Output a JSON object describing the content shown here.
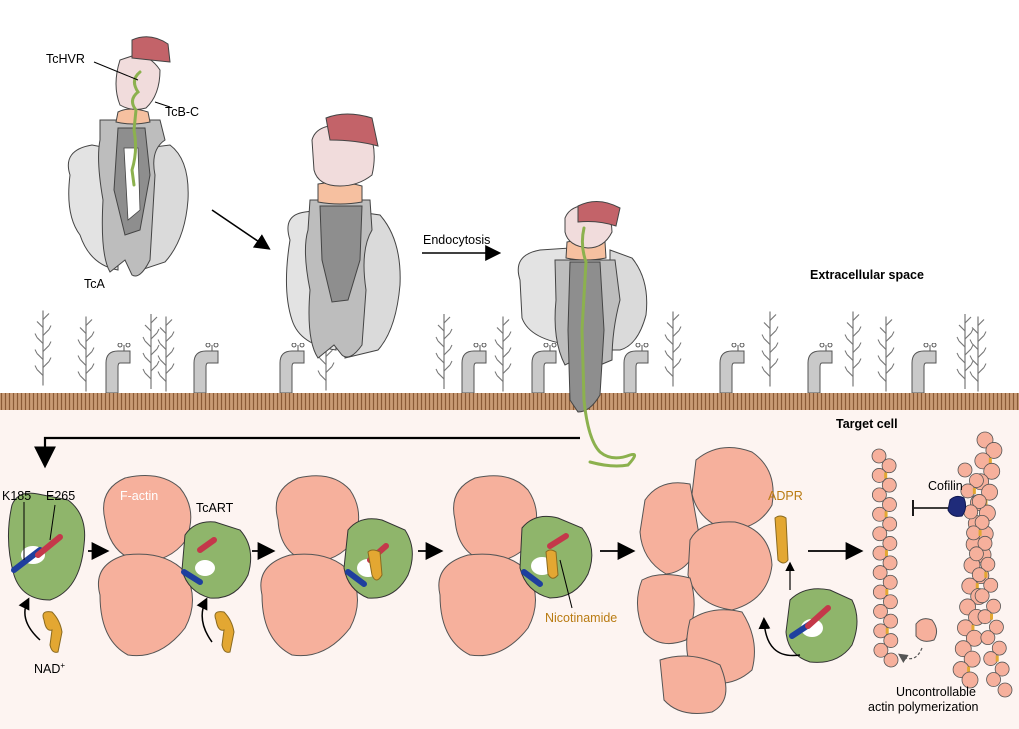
{
  "labels": {
    "tchvr": "TcHVR",
    "tcbc": "TcB-C",
    "tca": "TcA",
    "endocytosis": "Endocytosis",
    "extracellular": "Extracellular space",
    "target_cell": "Target cell",
    "k185": "K185",
    "e265": "E265",
    "factin": "F-actin",
    "tcart": "TcART",
    "nad": "NAD",
    "nad_sup": "+",
    "nicotinamide": "Nicotinamide",
    "adpr": "ADPR",
    "cofilin": "Cofilin",
    "uncontrollable_1": "Uncontrollable",
    "uncontrollable_2": "actin polymerization"
  },
  "colors": {
    "cell_bg": "#fdf4f1",
    "membrane": "#a0704a",
    "actin": "#f6b09c",
    "tcart_green": "#8fb56b",
    "nad_orange": "#e3a732",
    "k185_blue": "#1f3f9e",
    "e265_red": "#c4384a",
    "cofilin_navy": "#1f2b7a",
    "tchvr_pink": "#f1dcdc",
    "tcbc_dark": "#c36369",
    "peach": "#f6c0a0",
    "tca_light": "#d9d9d9",
    "tca_dark": "#8e8e8e",
    "linker_green": "#8cb14e",
    "nicotinamide_text": "#b97b12",
    "adpr_text": "#b97b12"
  }
}
